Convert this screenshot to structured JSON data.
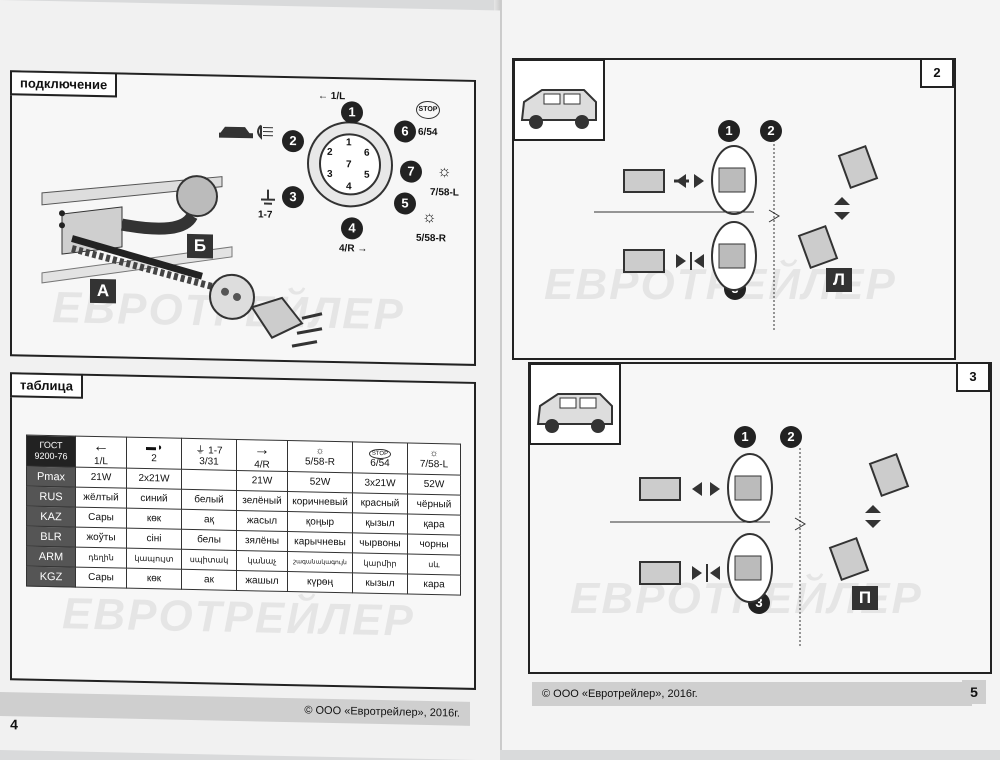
{
  "left_page": {
    "page_number": "4",
    "footer": "© ООО «Евротрейлер», 2016г.",
    "connection": {
      "title": "подключение",
      "watermark": "ЕВРОТРЕЙЛЕР",
      "label_a": "А",
      "label_b": "Б",
      "pins": [
        {
          "num": "1",
          "label": "1/L"
        },
        {
          "num": "2",
          "label": ""
        },
        {
          "num": "3",
          "label": "1-7"
        },
        {
          "num": "4",
          "label": "4/R"
        },
        {
          "num": "5",
          "label": "5/58-R"
        },
        {
          "num": "6",
          "label": "6/54"
        },
        {
          "num": "7",
          "label": "7/58-L"
        }
      ],
      "stop_text": "STOP",
      "socket_digits": [
        "1",
        "2",
        "3",
        "4",
        "5",
        "6",
        "7"
      ]
    },
    "table": {
      "title": "таблица",
      "watermark": "ЕВРОТРЕЙЛЕР",
      "gost_label": "ГОСТ",
      "gost_number": "9200-76",
      "stop_text": "STOP",
      "header_codes": [
        "1/L",
        "2",
        "3/31",
        "4/R",
        "5/58-R",
        "6/54",
        "7/58-L"
      ],
      "ground_label": "1-7",
      "rows": [
        {
          "name": "Pmax",
          "cells": [
            "21W",
            "2x21W",
            "",
            "21W",
            "52W",
            "3x21W",
            "52W"
          ]
        },
        {
          "name": "RUS",
          "cells": [
            "жёлтый",
            "синий",
            "белый",
            "зелёный",
            "коричневый",
            "красный",
            "чёрный"
          ]
        },
        {
          "name": "KAZ",
          "cells": [
            "Сары",
            "көк",
            "ақ",
            "жасыл",
            "қоңыр",
            "қызыл",
            "қара"
          ]
        },
        {
          "name": "BLR",
          "cells": [
            "жоўты",
            "сіні",
            "белы",
            "зялёны",
            "карычневы",
            "чырвоны",
            "чорны"
          ]
        },
        {
          "name": "ARM",
          "cells": [
            "դեղին",
            "կապույտ",
            "սպիտակ",
            "կանաչ",
            "շագանակագույն",
            "կարմիր",
            "սև"
          ]
        },
        {
          "name": "KGZ",
          "cells": [
            "Сары",
            "көк",
            "ак",
            "жашыл",
            "күрөң",
            "кызыл",
            "кара"
          ]
        }
      ]
    }
  },
  "right_page": {
    "page_number": "5",
    "footer": "© ООО «Евротрейлер», 2016г.",
    "panels": [
      {
        "box_number": "2",
        "letter": "Л",
        "steps": [
          "1",
          "2",
          "3"
        ],
        "watermark": "ЕВРОТРЕЙЛЕР"
      },
      {
        "box_number": "3",
        "letter": "П",
        "steps": [
          "1",
          "2",
          "3"
        ],
        "watermark": "ЕВРОТРЕЙЛЕР"
      }
    ]
  }
}
